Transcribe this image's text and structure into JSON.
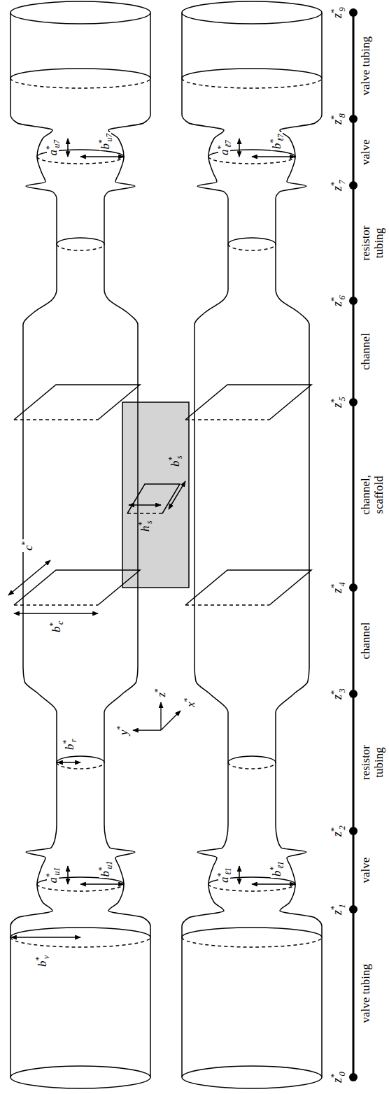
{
  "diagram": {
    "labels": [
      "valve tubing",
      "valve",
      "resistor tubing",
      "channel",
      "channel, scaffold",
      "channel",
      "resistor tubing",
      "valve",
      "valve tubing",
      "z*0",
      "z*1",
      "z*2",
      "z*3",
      "z*4",
      "z*5",
      "z*6",
      "z*7",
      "z*8",
      "z*9",
      "b*v",
      "a*u1",
      "b*u1",
      "b*r",
      "b*c",
      "c*",
      "h*s",
      "b*s",
      "a*u7",
      "b*u7",
      "a*ℓ1",
      "b*ℓ1",
      "a*ℓ7",
      "b*ℓ7",
      "y*",
      "x*",
      "z*"
    ]
  }
}
